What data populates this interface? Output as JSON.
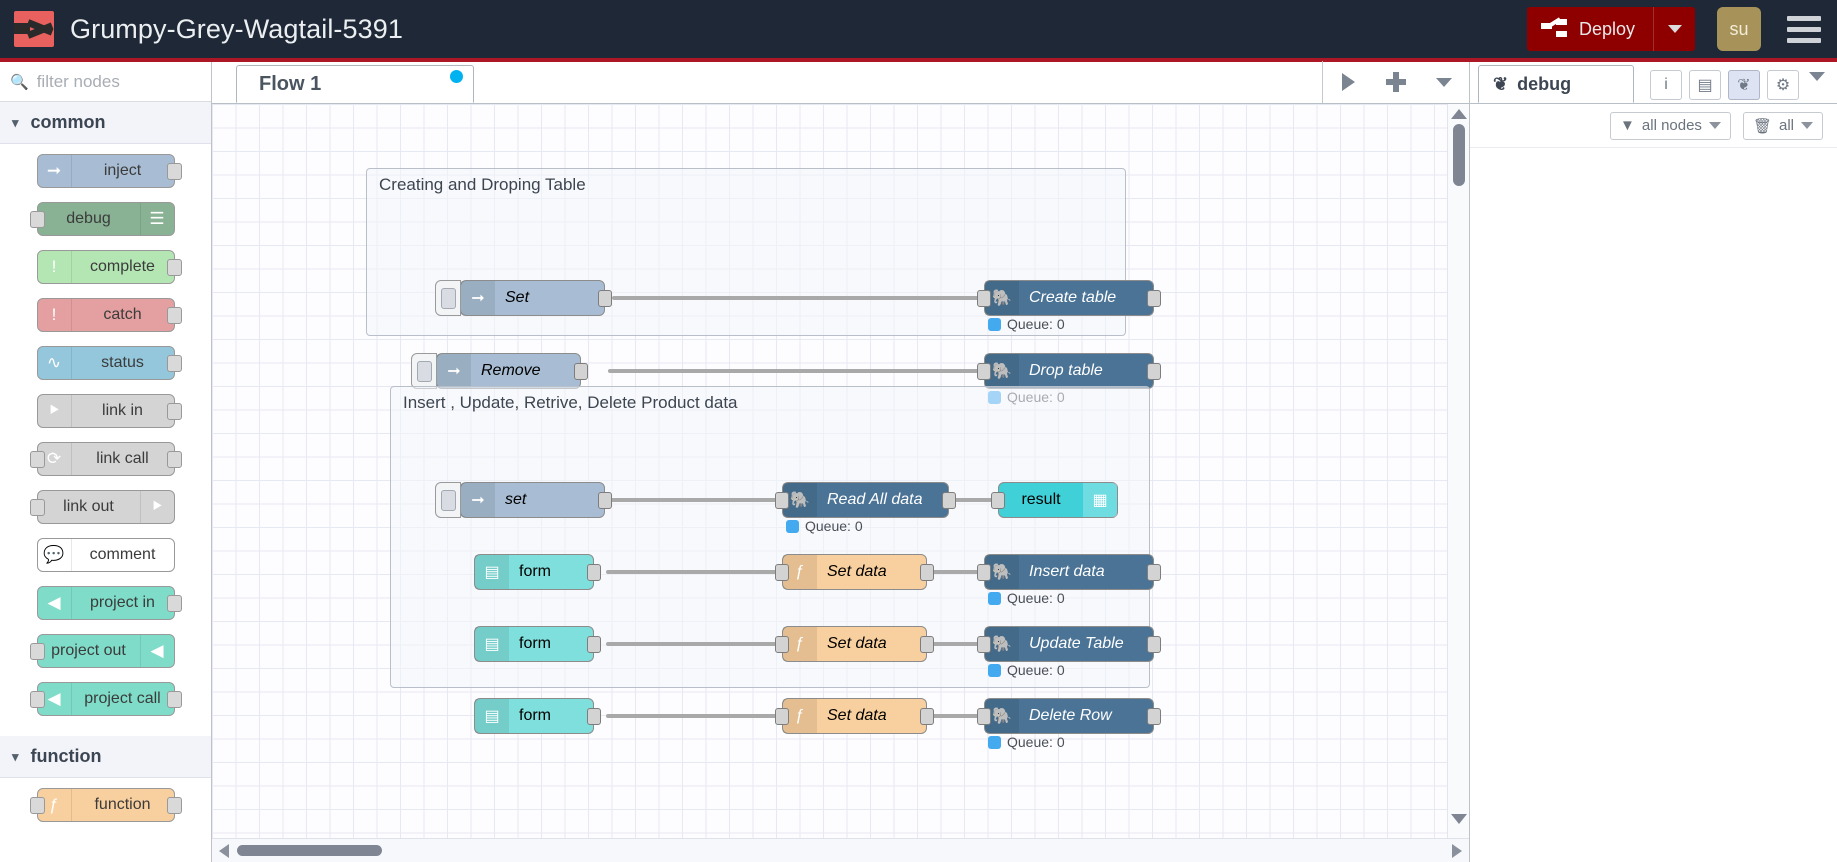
{
  "header": {
    "logo_icon": "node-red-logo",
    "title": "Grumpy-Grey-Wagtail-5391",
    "deploy_label": "Deploy",
    "deploy_icon": "deploy-icon",
    "deploy_caret_icon": "chevron-down-icon",
    "avatar_initials": "su",
    "menu_icon": "hamburger-menu-icon",
    "accent_color": "#ad1625",
    "deploy_color": "#8e0000",
    "bg_color": "#1f2836"
  },
  "palette": {
    "search_placeholder": "filter nodes",
    "search_value": "",
    "search_icon": "search-icon",
    "categories": [
      {
        "name": "common",
        "chevron_icon": "chevron-down-icon",
        "nodes": [
          {
            "label": "inject",
            "icon": "inject-icon",
            "color": "#a8bdd3",
            "icon_side": "left",
            "in": false,
            "out": true
          },
          {
            "label": "debug",
            "icon": "debug-icon",
            "color": "#88b293",
            "icon_side": "right",
            "in": true,
            "out": false
          },
          {
            "label": "complete",
            "icon": "exclamation-icon",
            "color": "#b4e6b4",
            "icon_side": "left",
            "in": false,
            "out": true
          },
          {
            "label": "catch",
            "icon": "exclamation-icon",
            "color": "#e4a0a0",
            "icon_side": "left",
            "in": false,
            "out": true
          },
          {
            "label": "status",
            "icon": "pulse-icon",
            "color": "#94c7dc",
            "icon_side": "left",
            "in": false,
            "out": true
          },
          {
            "label": "link in",
            "icon": "link-icon",
            "color": "#d4d4d4",
            "icon_side": "left",
            "in": false,
            "out": true
          },
          {
            "label": "link call",
            "icon": "link-call-icon",
            "color": "#d4d4d4",
            "icon_side": "left",
            "in": true,
            "out": true
          },
          {
            "label": "link out",
            "icon": "link-icon",
            "color": "#d4d4d4",
            "icon_side": "right",
            "in": true,
            "out": false
          },
          {
            "label": "comment",
            "icon": "comment-icon",
            "color": "#ffffff",
            "icon_side": "left",
            "in": false,
            "out": false
          },
          {
            "label": "project in",
            "icon": "project-icon",
            "color": "#7fdcc8",
            "icon_side": "left",
            "in": false,
            "out": true
          },
          {
            "label": "project out",
            "icon": "project-icon",
            "color": "#7fdcc8",
            "icon_side": "right",
            "in": true,
            "out": false
          },
          {
            "label": "project call",
            "icon": "project-icon",
            "color": "#7fdcc8",
            "icon_side": "left",
            "in": true,
            "out": true
          }
        ]
      },
      {
        "name": "function",
        "chevron_icon": "chevron-down-icon",
        "nodes": [
          {
            "label": "function",
            "icon": "function-icon",
            "color": "#f8cf9e",
            "icon_side": "left",
            "in": true,
            "out": true
          }
        ]
      }
    ]
  },
  "workspace": {
    "tabs": [
      {
        "label": "Flow 1",
        "active": true,
        "changed_dot": true
      }
    ],
    "tools": {
      "run_icon": "play-icon",
      "add_icon": "plus-icon",
      "more_icon": "chevron-down-icon"
    },
    "groups": [
      {
        "label": "Creating and Droping Table",
        "rows": [
          {
            "source": {
              "label": "Set",
              "type": "inject",
              "icon": "inject-icon"
            },
            "target": {
              "label": "Create table",
              "type": "postgres",
              "icon": "elephant-icon"
            },
            "queue": "Queue: 0"
          },
          {
            "source": {
              "label": "Remove",
              "type": "inject",
              "icon": "inject-icon"
            },
            "target": {
              "label": "Drop table",
              "type": "postgres",
              "icon": "elephant-icon"
            },
            "queue": "Queue: 0"
          }
        ]
      },
      {
        "label": "Insert , Update, Retrive, Delete Product data",
        "rows": [
          {
            "source": {
              "label": "set",
              "type": "inject",
              "icon": "inject-icon"
            },
            "middle": {
              "label": "Read All data",
              "type": "postgres",
              "icon": "elephant-icon"
            },
            "target": {
              "label": "result",
              "type": "table",
              "icon": "grid-icon"
            },
            "queue": "Queue: 0"
          },
          {
            "source": {
              "label": "form",
              "type": "form",
              "icon": "form-icon"
            },
            "middle": {
              "label": "Set data",
              "type": "function",
              "icon": "function-icon"
            },
            "target": {
              "label": "Insert data",
              "type": "postgres",
              "icon": "elephant-icon"
            },
            "queue": "Queue: 0"
          },
          {
            "source": {
              "label": "form",
              "type": "form",
              "icon": "form-icon"
            },
            "middle": {
              "label": "Set data",
              "type": "function",
              "icon": "function-icon"
            },
            "target": {
              "label": "Update Table",
              "type": "postgres",
              "icon": "elephant-icon"
            },
            "queue": "Queue: 0"
          },
          {
            "source": {
              "label": "form",
              "type": "form",
              "icon": "form-icon"
            },
            "middle": {
              "label": "Set data",
              "type": "function",
              "icon": "function-icon"
            },
            "target": {
              "label": "Delete Row",
              "type": "postgres",
              "icon": "elephant-icon"
            },
            "queue": "Queue: 0"
          }
        ]
      }
    ],
    "scroll": {
      "h_left_icon": "arrow-left-icon",
      "h_right_icon": "arrow-right-icon",
      "v_up_icon": "arrow-up-icon",
      "v_down_icon": "arrow-down-icon"
    }
  },
  "sidebar": {
    "tab_label": "debug",
    "tab_icon": "bug-icon",
    "icon_buttons": [
      {
        "name": "info",
        "icon": "info-icon",
        "glyph": "i",
        "active": false
      },
      {
        "name": "help",
        "icon": "book-icon",
        "glyph": "▤",
        "active": false
      },
      {
        "name": "debug",
        "icon": "bug-icon",
        "glyph": "❦",
        "active": true
      },
      {
        "name": "config",
        "icon": "gear-icon",
        "glyph": "⚙",
        "active": false
      }
    ],
    "more_icon": "chevron-down-icon",
    "filter_button": {
      "label": "all nodes",
      "icon": "filter-icon",
      "caret_icon": "chevron-down-icon"
    },
    "clear_button": {
      "label": "all",
      "icon": "trash-icon",
      "caret_icon": "chevron-down-icon"
    },
    "messages": []
  }
}
